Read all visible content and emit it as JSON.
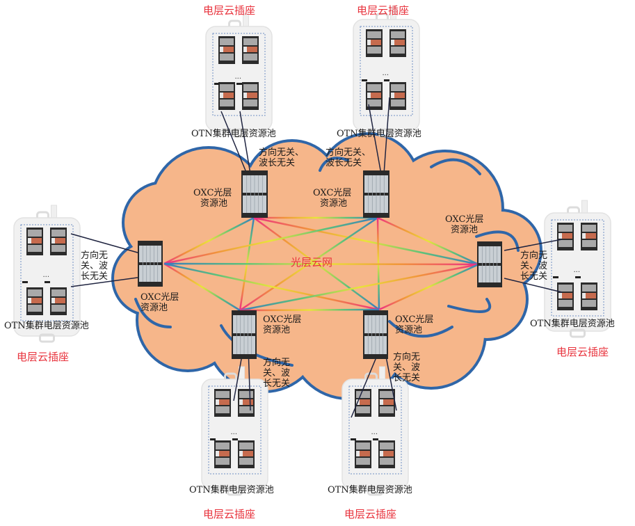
{
  "title": "光层云网",
  "colors": {
    "cloud_fill": "#f6b68a",
    "cloud_stroke": "#2f66a8",
    "accent_red": "#e8323c",
    "link_pink": "#ee2e84",
    "link_yellow": "#e9e43a",
    "link_teal": "#2aa39a",
    "link_blue": "#3a7bbf",
    "socket_body": "#f1f1f1",
    "device_dark": "#2a2a2a"
  },
  "cloud_label": "光层云网",
  "oxc_nodes": [
    {
      "id": "oxc-top-left",
      "label_line1": "OXC光层",
      "label_line2": "资源池"
    },
    {
      "id": "oxc-top-right",
      "label_line1": "OXC光层",
      "label_line2": "资源池"
    },
    {
      "id": "oxc-left",
      "label_line1": "OXC光层",
      "label_line2": "资源池"
    },
    {
      "id": "oxc-right",
      "label_line1": "OXC光层",
      "label_line2": "资源池"
    },
    {
      "id": "oxc-bottom-left",
      "label_line1": "OXC光层",
      "label_line2": "资源池"
    },
    {
      "id": "oxc-bottom-right",
      "label_line1": "OXC光层",
      "label_line2": "资源池"
    }
  ],
  "sockets": [
    {
      "id": "socket-top-left",
      "title": "电层云插座",
      "pool_label": "OTN集群电层资源池",
      "dots": "..."
    },
    {
      "id": "socket-top-right",
      "title": "电层云插座",
      "pool_label": "OTN集群电层资源池",
      "dots": "..."
    },
    {
      "id": "socket-left",
      "title": "电层云插座",
      "pool_label": "OTN集群电层资源池",
      "dots": "..."
    },
    {
      "id": "socket-right",
      "title": "电层云插座",
      "pool_label": "OTN集群电层资源池",
      "dots": "..."
    },
    {
      "id": "socket-bottom-left",
      "title": "电层云插座",
      "pool_label": "OTN集群电层资源池",
      "dots": "..."
    },
    {
      "id": "socket-bottom-right",
      "title": "电层云插座",
      "pool_label": "OTN集群电层资源池",
      "dots": "..."
    }
  ],
  "cdc_labels": {
    "two_line_a": "方向无关、",
    "two_line_b": "波长无关",
    "three_line_a": "方向无",
    "three_line_b": "关、波",
    "three_line_c": "长无关"
  },
  "mesh_links": [
    [
      "oxc-top-left",
      "oxc-top-right"
    ],
    [
      "oxc-top-left",
      "oxc-left"
    ],
    [
      "oxc-top-left",
      "oxc-right"
    ],
    [
      "oxc-top-left",
      "oxc-bottom-left"
    ],
    [
      "oxc-top-left",
      "oxc-bottom-right"
    ],
    [
      "oxc-top-right",
      "oxc-left"
    ],
    [
      "oxc-top-right",
      "oxc-right"
    ],
    [
      "oxc-top-right",
      "oxc-bottom-left"
    ],
    [
      "oxc-top-right",
      "oxc-bottom-right"
    ],
    [
      "oxc-left",
      "oxc-right"
    ],
    [
      "oxc-left",
      "oxc-bottom-left"
    ],
    [
      "oxc-left",
      "oxc-bottom-right"
    ],
    [
      "oxc-right",
      "oxc-bottom-left"
    ],
    [
      "oxc-right",
      "oxc-bottom-right"
    ],
    [
      "oxc-bottom-left",
      "oxc-bottom-right"
    ]
  ]
}
